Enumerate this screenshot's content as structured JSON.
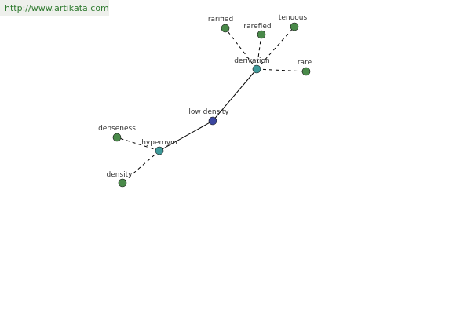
{
  "watermark": {
    "text": "http://www.artikata.com"
  },
  "colors": {
    "center": "#3b46a0",
    "relation": "#3f9a9a",
    "leaf": "#4a8a4a",
    "edge": "#000000",
    "watermark_bg": "#eef0ec",
    "watermark_text": "#2f7a2f"
  },
  "graph": {
    "nodes": {
      "center": {
        "label": "low density",
        "kind": "center"
      },
      "derivation": {
        "label": "derivation",
        "kind": "relation"
      },
      "hypernym": {
        "label": "hypernym",
        "kind": "relation"
      },
      "rarified": {
        "label": "rarified",
        "kind": "leaf"
      },
      "rarefied": {
        "label": "rarefied",
        "kind": "leaf"
      },
      "tenuous": {
        "label": "tenuous",
        "kind": "leaf"
      },
      "rare": {
        "label": "rare",
        "kind": "leaf"
      },
      "denseness": {
        "label": "denseness",
        "kind": "leaf"
      },
      "density": {
        "label": "density",
        "kind": "leaf"
      }
    },
    "edges": [
      {
        "from": "center",
        "to": "derivation",
        "style": "solid"
      },
      {
        "from": "center",
        "to": "hypernym",
        "style": "solid"
      },
      {
        "from": "derivation",
        "to": "rarified",
        "style": "dashed"
      },
      {
        "from": "derivation",
        "to": "rarefied",
        "style": "dashed"
      },
      {
        "from": "derivation",
        "to": "tenuous",
        "style": "dashed"
      },
      {
        "from": "derivation",
        "to": "rare",
        "style": "dashed"
      },
      {
        "from": "hypernym",
        "to": "denseness",
        "style": "dashed"
      },
      {
        "from": "hypernym",
        "to": "density",
        "style": "dashed"
      }
    ]
  }
}
